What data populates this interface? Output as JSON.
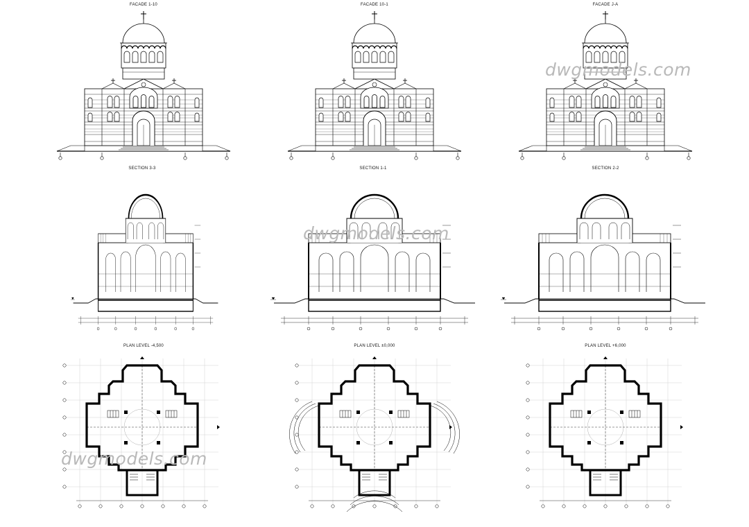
{
  "sheet": {
    "titles": {
      "facade_1": "FACADE 1-10",
      "facade_2": "FACADE 10-1",
      "facade_3": "FACADE J-A",
      "section_1": "SECTION 3-3",
      "section_2": "SECTION 1-1",
      "section_3": "SECTION 2-2",
      "plan_1": "PLAN LEVEL -4,500",
      "plan_2": "PLAN LEVEL ±0,000",
      "plan_3": "PLAN LEVEL +6,000"
    },
    "watermark": "dwgmodels.com"
  }
}
